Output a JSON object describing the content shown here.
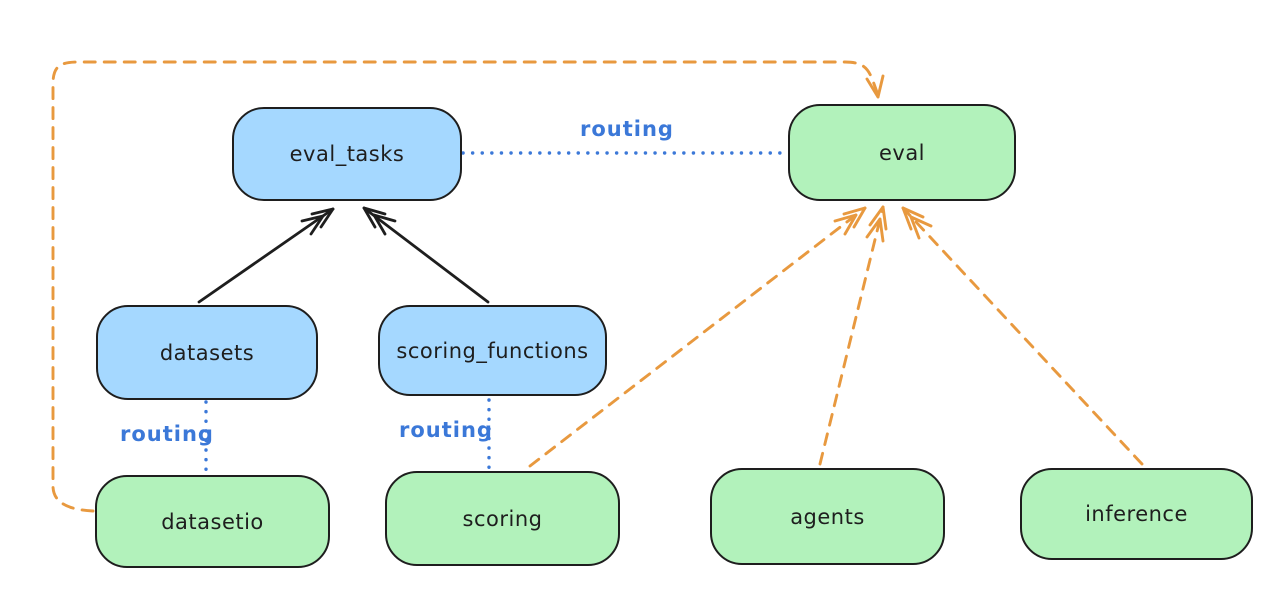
{
  "diagram": {
    "background": "#ffffff",
    "palette": {
      "api_node_fill": "#a5d8ff",
      "provider_node_fill": "#b2f2bb",
      "node_stroke": "#1e1e1e",
      "solid_edge_color": "#1e1e1e",
      "routing_edge_color": "#3b78d8",
      "provider_edge_color": "#e8993f"
    },
    "nodes": [
      {
        "id": "eval_tasks",
        "label": "eval_tasks",
        "fill": "#a5d8ff"
      },
      {
        "id": "eval",
        "label": "eval",
        "fill": "#b2f2bb"
      },
      {
        "id": "datasets",
        "label": "datasets",
        "fill": "#a5d8ff"
      },
      {
        "id": "scoring_functions",
        "label": "scoring_functions",
        "fill": "#a5d8ff"
      },
      {
        "id": "datasetio",
        "label": "datasetio",
        "fill": "#b2f2bb"
      },
      {
        "id": "scoring",
        "label": "scoring",
        "fill": "#b2f2bb"
      },
      {
        "id": "agents",
        "label": "agents",
        "fill": "#b2f2bb"
      },
      {
        "id": "inference",
        "label": "inference",
        "fill": "#b2f2bb"
      }
    ],
    "edges": [
      {
        "from": "datasets",
        "to": "eval_tasks",
        "style": "solid-arrow",
        "color": "#1e1e1e",
        "label": ""
      },
      {
        "from": "scoring_functions",
        "to": "eval_tasks",
        "style": "solid-arrow",
        "color": "#1e1e1e",
        "label": ""
      },
      {
        "from": "eval_tasks",
        "to": "eval",
        "style": "dotted",
        "color": "#3b78d8",
        "label": "routing"
      },
      {
        "from": "datasets",
        "to": "datasetio",
        "style": "dotted",
        "color": "#3b78d8",
        "label": "routing"
      },
      {
        "from": "scoring_functions",
        "to": "scoring",
        "style": "dotted",
        "color": "#3b78d8",
        "label": "routing"
      },
      {
        "from": "datasetio",
        "to": "eval",
        "style": "dashed-arrow",
        "color": "#e8993f",
        "label": ""
      },
      {
        "from": "scoring",
        "to": "eval",
        "style": "dashed-arrow",
        "color": "#e8993f",
        "label": ""
      },
      {
        "from": "agents",
        "to": "eval",
        "style": "dashed-arrow",
        "color": "#e8993f",
        "label": ""
      },
      {
        "from": "inference",
        "to": "eval",
        "style": "dashed-arrow",
        "color": "#e8993f",
        "label": ""
      }
    ]
  }
}
